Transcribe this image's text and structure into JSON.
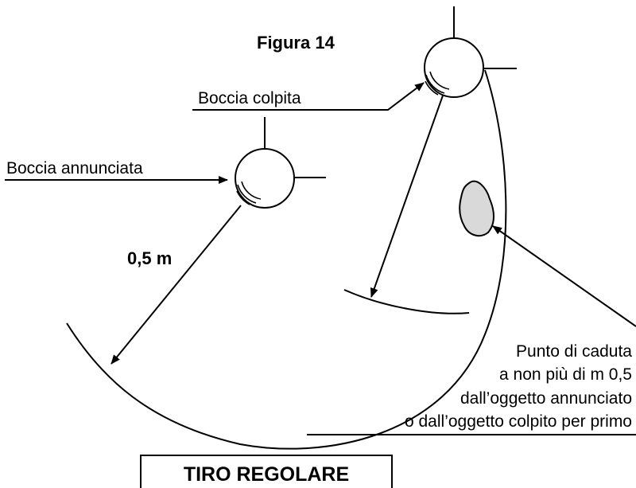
{
  "figure": {
    "title": "Figura 14",
    "labels": {
      "hit_ball": "Boccia colpita",
      "announced_ball": "Boccia annunciata",
      "radius": "0,5 m"
    },
    "landing_note": [
      "Punto di caduta",
      "a non più di m 0,5",
      "dall’oggetto annunciato",
      "o dall’oggetto colpito per primo"
    ],
    "caption": "TIRO REGOLARE"
  },
  "colors": {
    "ink": "#000000",
    "landing_fill": "#d9d9d9"
  }
}
